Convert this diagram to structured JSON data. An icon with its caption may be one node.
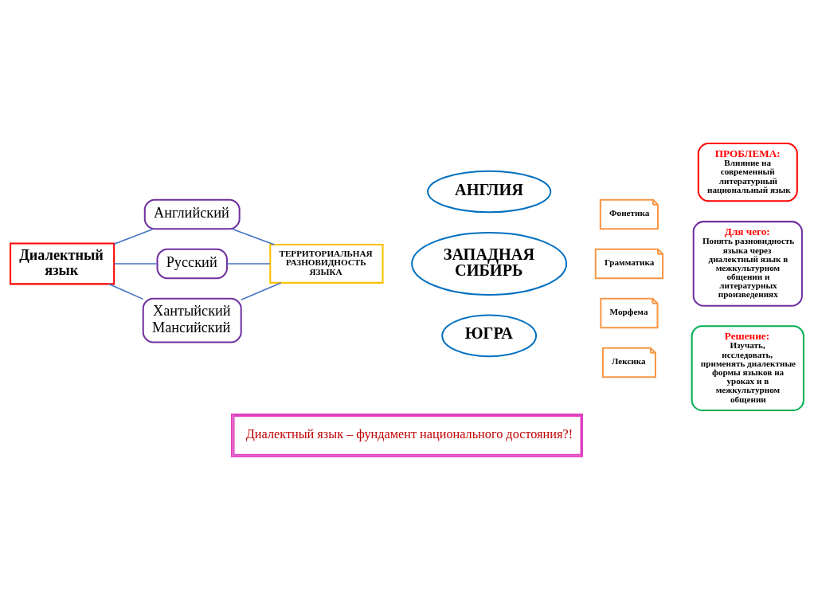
{
  "diagram": {
    "caption": "Диалектный язык – фундамент национального достояния?!",
    "nodes": [
      {
        "text": [
          "Диалектный язык"
        ]
      },
      {
        "text": [
          "Английский"
        ]
      },
      {
        "text": [
          "Русский"
        ]
      },
      {
        "text": [
          "Хантыйский",
          "Мансийский"
        ]
      },
      {
        "text": [
          "ТЕРРИТОРИАЛЬНАЯ РАЗНОВИДНОСТЬ ЯЗЫКА"
        ]
      },
      {
        "text": [
          "АНГЛИЯ"
        ]
      },
      {
        "text": [
          "ЗАПАДНАЯ СИБИРЬ"
        ]
      },
      {
        "text": [
          "ЮГРА"
        ]
      },
      {
        "text": [
          "Фонетика"
        ]
      },
      {
        "text": [
          "Грамматика"
        ]
      },
      {
        "text": [
          "Морфема"
        ]
      },
      {
        "text": [
          "Лексика"
        ]
      },
      {
        "text": [
          "ПРОБЛЕМА:",
          "Влияние на современный литературный национальный язык"
        ]
      },
      {
        "text": [
          "Для чего:",
          "Понять разновидность языка через диалектный язык в межкультурном общении и литературных произведениях"
        ]
      },
      {
        "text": [
          "Решение:",
          "Изучать, исследовать, применять диалектные формы языков на уроках и в межкультурном общении"
        ]
      }
    ],
    "edges": [
      {
        "from": 0,
        "to": 1,
        "arrow": "none"
      },
      {
        "from": 1,
        "to": 4,
        "arrow": "none"
      },
      {
        "from": 0,
        "to": 2,
        "arrow": "none"
      },
      {
        "from": 2,
        "to": 4,
        "arrow": "none"
      },
      {
        "from": 0,
        "to": 3,
        "arrow": "none"
      },
      {
        "from": 3,
        "to": 4,
        "arrow": "none"
      }
    ]
  }
}
